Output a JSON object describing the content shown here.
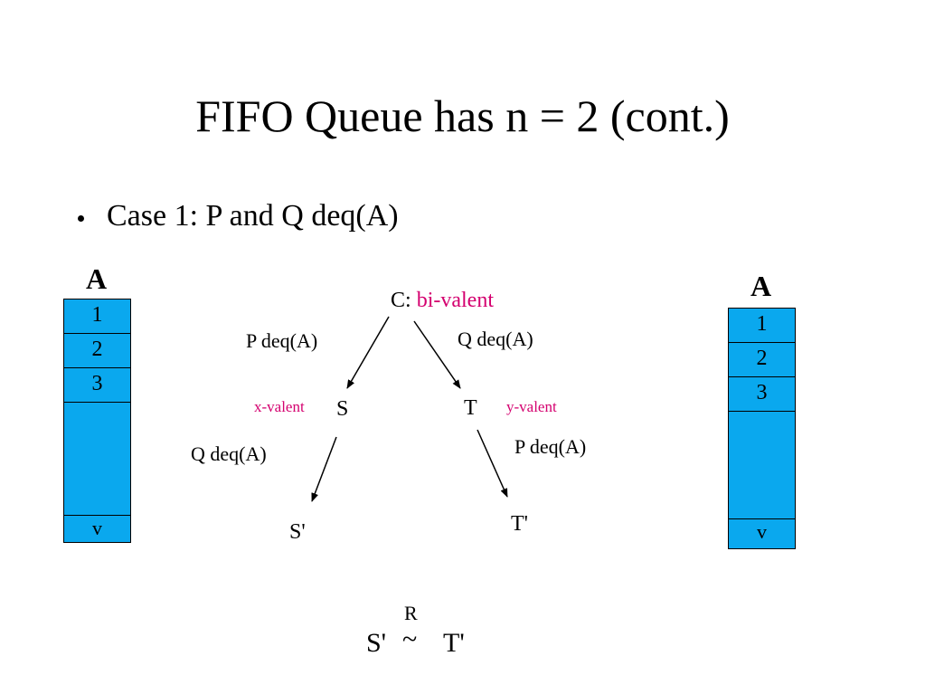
{
  "slide": {
    "title": "FIFO Queue has n = 2 (cont.)",
    "bullet": "Case 1: P and Q deq(A)"
  },
  "queues": {
    "left": {
      "label": "A",
      "cells": [
        "1",
        "2",
        "3"
      ],
      "last": "v"
    },
    "right": {
      "label": "A",
      "cells": [
        "1",
        "2",
        "3"
      ],
      "last": "v"
    }
  },
  "tree": {
    "root_prefix": "C:",
    "root_valence": "bi-valent",
    "left_edge": "P deq(A)",
    "right_edge": "Q deq(A)",
    "node_s": "S",
    "node_t": "T",
    "s_valence": "x-valent",
    "t_valence": "y-valent",
    "s_edge": "Q deq(A)",
    "t_edge": "P deq(A)",
    "node_s_prime": "S'",
    "node_t_prime": "T'"
  },
  "relation": {
    "left": "S'",
    "symbol": "~",
    "superscript": "R",
    "right": "T'"
  },
  "colors": {
    "queue_fill": "#0aa8ee",
    "accent_text": "#d4006f"
  }
}
